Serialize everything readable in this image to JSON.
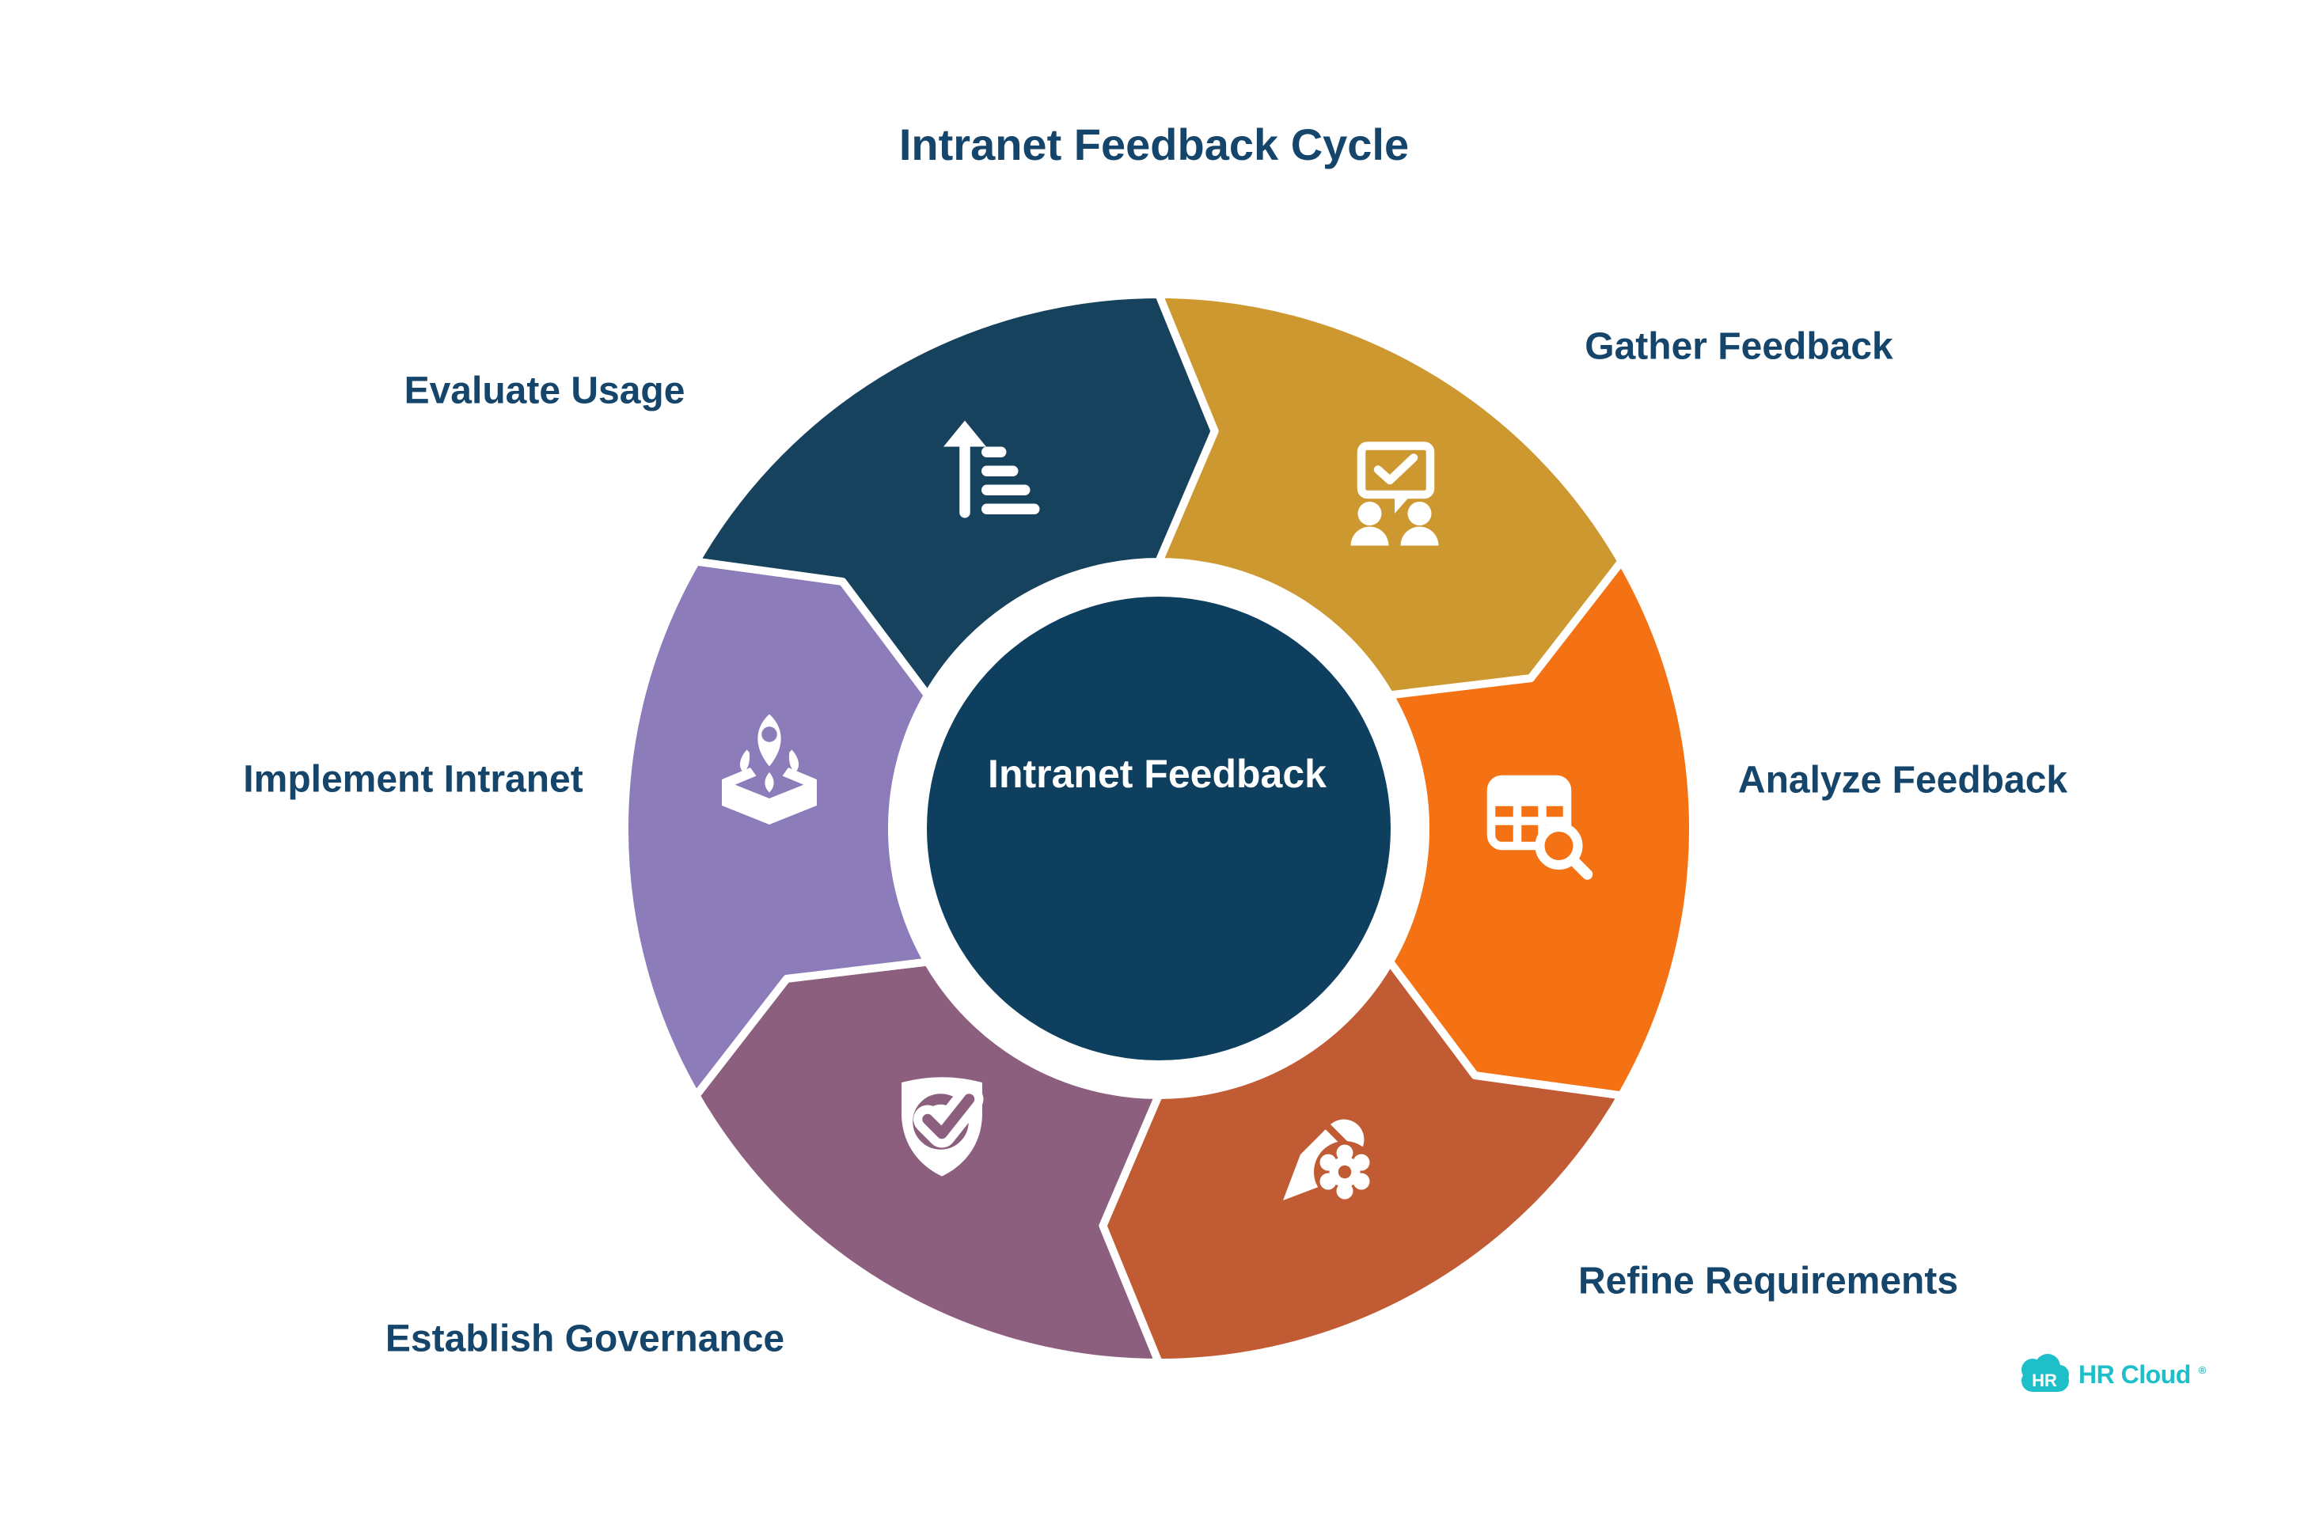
{
  "title": "Intranet Feedback Cycle",
  "center": {
    "label": "Intranet Feedback",
    "fill": "#0E3F5F",
    "text_color": "#ffffff"
  },
  "colors": {
    "background": "#ffffff",
    "heading_text": "#15456A",
    "separator": "#ffffff",
    "brand_teal": "#1EBFC9"
  },
  "segments": [
    {
      "id": "gather-feedback",
      "label": "Gather Feedback",
      "color": "#CE9830",
      "icon": "chat-check-people-icon"
    },
    {
      "id": "analyze-feedback",
      "label": "Analyze Feedback",
      "color": "#F47214",
      "icon": "table-magnifier-icon"
    },
    {
      "id": "refine-requirements",
      "label": "Refine Requirements",
      "color": "#C05B33",
      "icon": "pencil-gear-icon"
    },
    {
      "id": "establish-governance",
      "label": "Establish Governance",
      "color": "#8C5F7F",
      "icon": "shield-check-icon"
    },
    {
      "id": "implement-intranet",
      "label": "Implement Intranet",
      "color": "#8C7CBA",
      "icon": "rocket-launch-box-icon"
    },
    {
      "id": "evaluate-usage",
      "label": "Evaluate Usage",
      "color": "#17425E",
      "icon": "sort-ascending-icon"
    }
  ],
  "logo": {
    "badge_text": "HR",
    "brand_text": "HR Cloud",
    "registered_mark": "®"
  }
}
